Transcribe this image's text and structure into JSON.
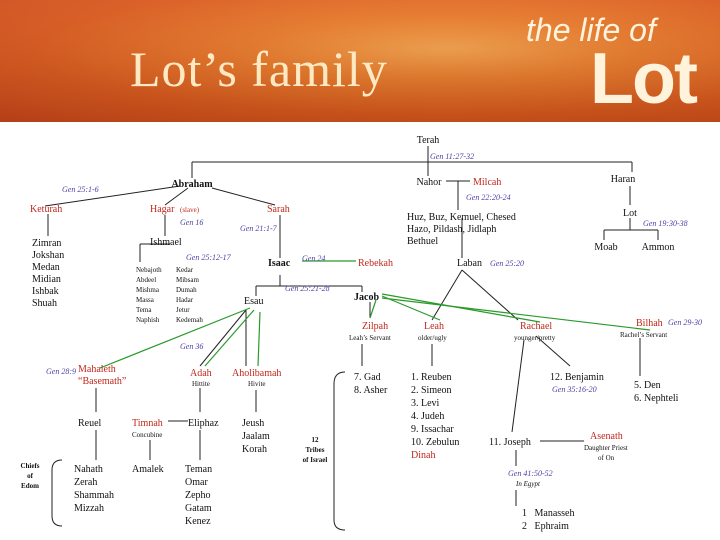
{
  "header": {
    "title": "Lot’s family",
    "logo_line1": "the life of",
    "logo_line2": "Lot"
  },
  "colors": {
    "banner": "#d9581c",
    "name_black": "#111111",
    "name_red": "#c0281c",
    "reference_blue": "#4a3fa5",
    "line_green": "#2a9a2a"
  },
  "tree": {
    "terah": "Terah",
    "ref_terah": "Gen 11:27-32",
    "abraham": "Abraham",
    "nahor": "Nahor",
    "milcah": "Milcah",
    "haran": "Haran",
    "ref_milcah": "Gen 22:20-24",
    "nahor_sons_line1": "Huz, Buz, Kemuel, Chesed",
    "nahor_sons_line2": "Hazo, Pildash, Jidlaph",
    "nahor_sons_line3": "Bethuel",
    "lot": "Lot",
    "ref_lot": "Gen 19:30-38",
    "moab": "Moab",
    "ammon": "Ammon",
    "ref_keturah": "Gen 25:1-6",
    "keturah": "Keturah",
    "hagar": "Hagar",
    "hagar_note": "(slave)",
    "ref_hagar": "Gen 16",
    "sarah": "Sarah",
    "ref_sarah": "Gen 21:1-7",
    "keturah_sons": [
      "Zimran",
      "Jokshan",
      "Medan",
      "Midian",
      "Ishbak",
      "Shuah"
    ],
    "ishmael": "Ishmael",
    "ref_ishmael": "Gen 25:12-17",
    "ishmael_sons_col1": [
      "Nebajoth",
      "Abdeel",
      "Mishma",
      "Massa",
      "Tema",
      "Naphish"
    ],
    "ishmael_sons_col2": [
      "Kedar",
      "Mibsam",
      "Dumah",
      "Hadar",
      "Jetur",
      "Kedemah"
    ],
    "isaac": "Isaac",
    "ref_rebekah": "Gen 24",
    "rebekah": "Rebekah",
    "laban": "Laban",
    "ref_laban": "Gen 25:20",
    "ref_esau_jacob": "Gen 25:21-28",
    "esau": "Esau",
    "jacob": "Jacob",
    "zilpah": "Zilpah",
    "zilpah_note": "Leah’s Servant",
    "leah": "Leah",
    "leah_note": "older/ugly",
    "rachael": "Rachael",
    "rachael_note": "younger/pretty",
    "bilhah": "Bilhah",
    "ref_bilhah": "Gen 29-30",
    "bilhah_note": "Rachel’s Servant",
    "ref_esau_wives": "Gen 36",
    "ref_mahaleth": "Gen 28:9",
    "mahaleth": "Mahaleth",
    "basemath": "“Basemath”",
    "adah": "Adah",
    "adah_note": "Hittite",
    "aholibamah": "Aholibamah",
    "aholibamah_note": "Hivite",
    "zilpah_sons": [
      "7. Gad",
      "8. Asher"
    ],
    "leah_sons": [
      "1. Reuben",
      "2. Simeon",
      "3. Levi",
      "4. Judeh",
      "9. Issachar",
      "10. Zebulun"
    ],
    "dinah": "Dinah",
    "benjamin": "12. Benjamin",
    "ref_benjamin": "Gen 35:16-20",
    "bilhah_sons": [
      "5. Den",
      "6. Nephteli"
    ],
    "reuel": "Reuel",
    "timnah": "Timnah",
    "timnah_note": "Concubine",
    "eliphaz": "Eliphaz",
    "aholibamah_sons": [
      "Jeush",
      "Jaalam",
      "Korah"
    ],
    "tribes": [
      "12",
      "Tribes",
      "of Israel"
    ],
    "chiefs": [
      "Chiefs",
      "of",
      "Edom"
    ],
    "reuel_sons": [
      "Nahath",
      "Zerah",
      "Shammah",
      "Mizzah"
    ],
    "amalek": "Amalek",
    "eliphaz_sons": [
      "Teman",
      "Omar",
      "Zepho",
      "Gatam",
      "Kenez"
    ],
    "joseph": "11. Joseph",
    "asenath": "Asenath",
    "asenath_note_line1": "Daughter Priest",
    "asenath_note_line2": "of On",
    "ref_joseph": "Gen 41:50-52",
    "ref_joseph_note": "In Egypt",
    "joseph_sons": [
      "1   Manasseh",
      "2   Ephraim"
    ]
  }
}
